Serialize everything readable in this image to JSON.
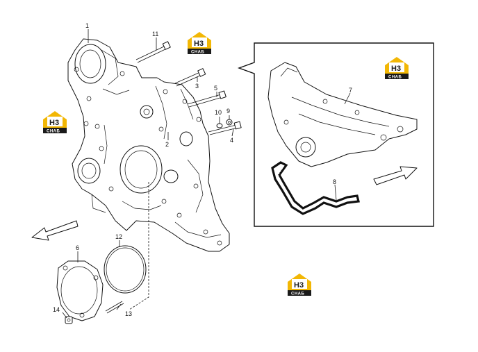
{
  "callouts": {
    "c1": "1",
    "c2": "2",
    "c3": "3",
    "c4": "4",
    "c5": "5",
    "c6": "6",
    "c7": "7",
    "c8": "8",
    "c9": "9",
    "c10": "10",
    "c11": "11",
    "c12": "12",
    "c13": "13",
    "c14": "14"
  },
  "watermark": {
    "code": "H3",
    "text": "CHAБ",
    "brand_color": "#f2b705",
    "badge_color": "#1a1a1a"
  },
  "icons": [
    "arrow-left-icon",
    "arrow-right-icon",
    "watermark-logo-icon"
  ]
}
